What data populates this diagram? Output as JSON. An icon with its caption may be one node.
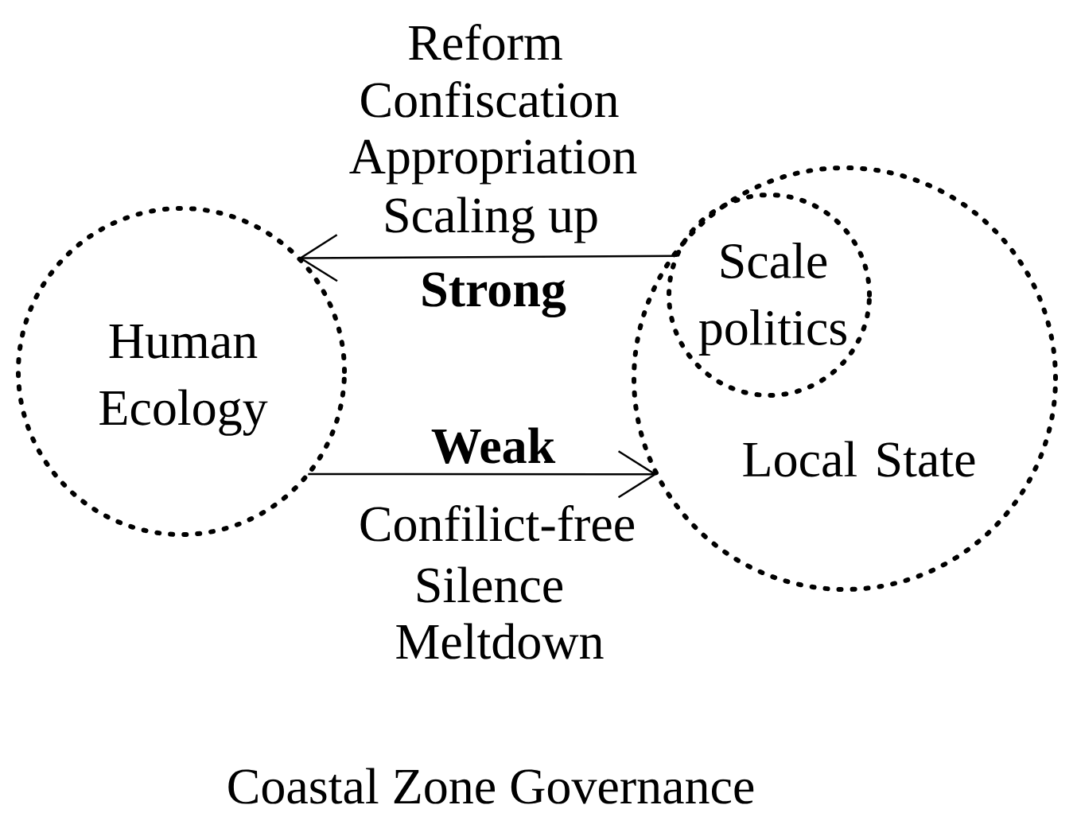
{
  "diagram": {
    "caption": "Coastal Zone Governance",
    "nodes": [
      {
        "text": [
          "Human Ecology"
        ]
      },
      {
        "text": [
          "Local State"
        ]
      },
      {
        "text": [
          "Scale politics"
        ],
        "in": 1
      }
    ],
    "edges": [
      {
        "from": 2,
        "to": 0,
        "arrow": "to",
        "label": "Strong"
      },
      {
        "from": 0,
        "to": 1,
        "arrow": "to",
        "label": "Weak"
      }
    ],
    "labels": [
      "Reform",
      "Confiscation",
      "Appropriation",
      "Scaling up",
      "Confilict-free",
      "Silence",
      "Meltdown"
    ]
  }
}
